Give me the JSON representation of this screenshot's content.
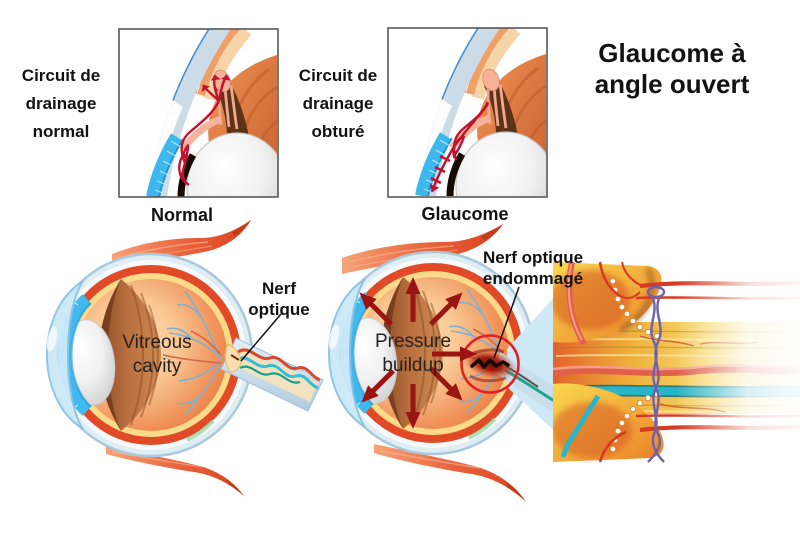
{
  "title": "Glaucome à angle ouvert",
  "insets": {
    "normal": {
      "caption": "Circuit de drainage normal",
      "label": "Normal"
    },
    "blocked": {
      "caption": "Circuit de drainage obturé",
      "label": "Glaucome"
    }
  },
  "normal_eye": {
    "cavity_label": "Vitreous cavity",
    "nerve_label": "Nerf optique"
  },
  "glaucoma_eye": {
    "pressure_label": "Pressure buildup",
    "nerve_label": "Nerf optique endommagé"
  },
  "colors": {
    "label_text": "#121212",
    "flow_arrow_red": "#c1122f",
    "pressure_arrow_red": "#9b1414",
    "highlight_circle_red": "#e31f1f",
    "beam_blue": "#cfe8f6",
    "sclera_blue": "#dfedf4",
    "vitreous_orange": "#f2935a"
  }
}
